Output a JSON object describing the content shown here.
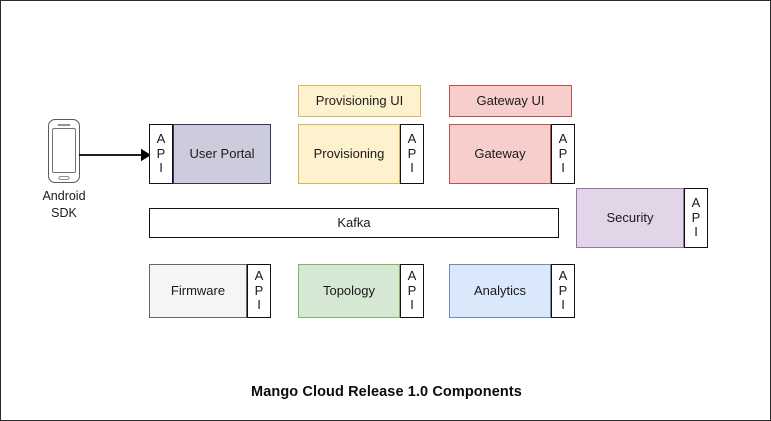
{
  "diagram": {
    "title": "Mango Cloud Release 1.0 Components",
    "api_tab_label": {
      "l1": "A",
      "l2": "P",
      "l3": "I"
    },
    "client": {
      "icon": "android-phone-icon",
      "label_line1": "Android",
      "label_line2": "SDK",
      "arrow": "arrow-right-icon"
    },
    "nodes": {
      "user_portal": {
        "label": "User Portal",
        "fill": "#ccccdd",
        "stroke": "#333366",
        "api_side": "left"
      },
      "provisioning_ui": {
        "label": "Provisioning UI",
        "fill": "#fdf2cd",
        "stroke": "#d6b656",
        "api_side": "none"
      },
      "provisioning": {
        "label": "Provisioning",
        "fill": "#fdf2cd",
        "stroke": "#d6b656",
        "api_side": "right"
      },
      "gateway_ui": {
        "label": "Gateway UI",
        "fill": "#f8cecc",
        "stroke": "#b85450",
        "api_side": "none"
      },
      "gateway": {
        "label": "Gateway",
        "fill": "#f8cecc",
        "stroke": "#b85450",
        "api_side": "right"
      },
      "security": {
        "label": "Security",
        "fill": "#e1d5e7",
        "stroke": "#9673a6",
        "api_side": "right"
      },
      "kafka": {
        "label": "Kafka",
        "fill": "#ffffff",
        "stroke": "#111111",
        "api_side": "none"
      },
      "firmware": {
        "label": "Firmware",
        "fill": "#f5f5f5",
        "stroke": "#666666",
        "api_side": "right"
      },
      "topology": {
        "label": "Topology",
        "fill": "#d5e8d4",
        "stroke": "#82b366",
        "api_side": "right"
      },
      "analytics": {
        "label": "Analytics",
        "fill": "#dae8fc",
        "stroke": "#6c8ebf",
        "api_side": "right"
      }
    }
  }
}
